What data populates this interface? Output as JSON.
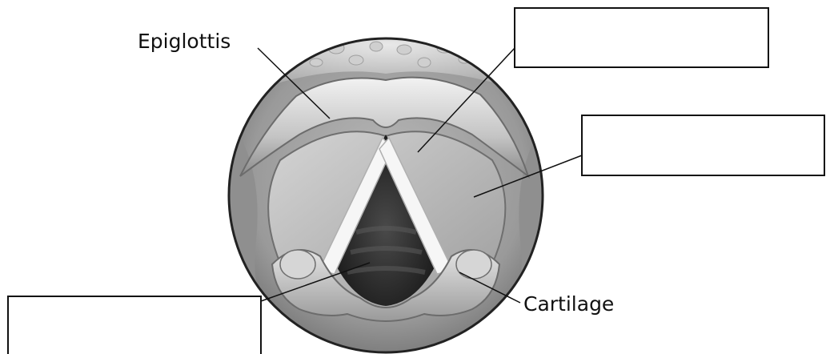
{
  "labels": {
    "epiglottis": "Epiglottis",
    "cartilage": "Cartilage"
  },
  "blank_boxes": [
    {
      "name": "answer-box-top-right",
      "text": ""
    },
    {
      "name": "answer-box-middle-right",
      "text": ""
    },
    {
      "name": "answer-box-bottom-left",
      "text": ""
    }
  ],
  "colors": {
    "ink": "#111111",
    "background": "#ffffff",
    "tissue_light": "#d9d9d9",
    "tissue_dark": "#3a3a3a",
    "cords": "#f4f4f4"
  }
}
